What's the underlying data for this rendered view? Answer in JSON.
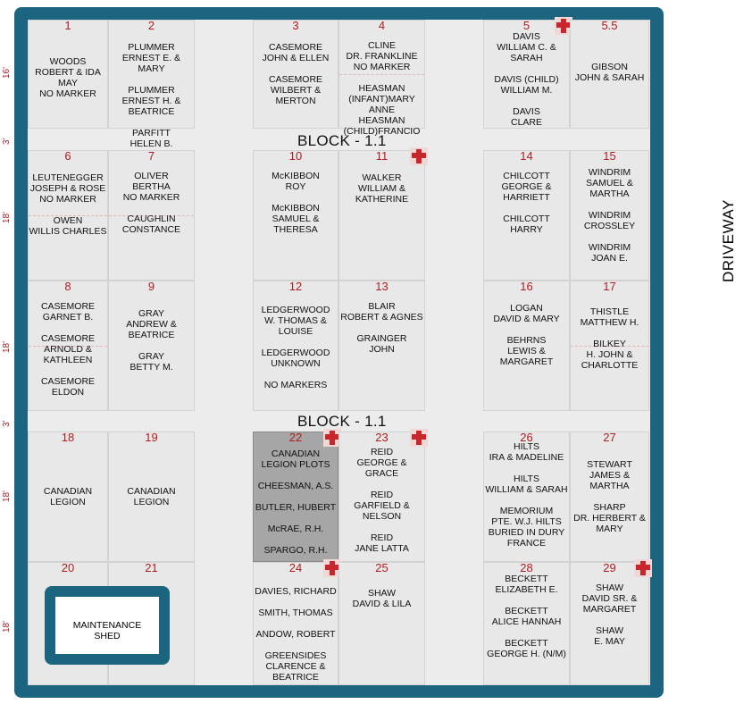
{
  "map": {
    "block_title": "BLOCK - 1.1",
    "driveway": "DRIVEWAY",
    "row_labels": {
      "r16": "16'",
      "r3": "3'",
      "r18": "18'"
    },
    "shed": "MAINTENANCE\nSHED"
  },
  "plots": [
    {
      "num": "1",
      "names": "WOODS\nROBERT & IDA MAY\nNO MARKER"
    },
    {
      "num": "2",
      "names": "PLUMMER\nERNEST E. & MARY\n\nPLUMMER\nERNEST H. &\nBEATRICE\n\nPARFITT\nHELEN B."
    },
    {
      "num": "3",
      "names": "CASEMORE\nJOHN & ELLEN\n\nCASEMORE\nWILBERT &\nMERTON"
    },
    {
      "num": "4",
      "names": "CLINE\nDR. FRANKLINE\nNO MARKER\n\nHEASMAN\n(INFANT)MARY ANNE\nHEASMAN\n(CHILD)FRANCIO"
    },
    {
      "num": "5",
      "names": "DAVIS\nWILLIAM C. &\nSARAH\n\nDAVIS (CHILD)\nWILLIAM M.\n\nDAVIS\nCLARE"
    },
    {
      "num": "5.5",
      "names": "GIBSON\nJOHN & SARAH"
    },
    {
      "num": "6",
      "names": "LEUTENEGGER\nJOSEPH & ROSE\nNO MARKER\n\nOWEN\nWILLIS CHARLES"
    },
    {
      "num": "7",
      "names": "OLIVER\nBERTHA\nNO MARKER\n\nCAUGHLIN\nCONSTANCE"
    },
    {
      "num": "10",
      "names": "McKIBBON\nROY\n\nMcKIBBON\nSAMUEL &\nTHERESA"
    },
    {
      "num": "11",
      "names": "WALKER\nWILLIAM &\nKATHERINE"
    },
    {
      "num": "14",
      "names": "CHILCOTT\nGEORGE &\nHARRIETT\n\nCHILCOTT\nHARRY"
    },
    {
      "num": "15",
      "names": "WINDRIM\nSAMUEL & MARTHA\n\nWINDRIM\nCROSSLEY\n\nWINDRIM\nJOAN E."
    },
    {
      "num": "8",
      "names": "CASEMORE\nGARNET B.\n\nCASEMORE\nARNOLD &\nKATHLEEN\n\nCASEMORE\nELDON"
    },
    {
      "num": "9",
      "names": "GRAY\nANDREW &\nBEATRICE\n\nGRAY\nBETTY M."
    },
    {
      "num": "12",
      "names": "LEDGERWOOD\nW. THOMAS &\nLOUISE\n\nLEDGERWOOD\nUNKNOWN\n\nNO MARKERS"
    },
    {
      "num": "13",
      "names": "BLAIR\nROBERT & AGNES\n\nGRAINGER\nJOHN"
    },
    {
      "num": "16",
      "names": "LOGAN\nDAVID & MARY\n\nBEHRNS\nLEWIS &\nMARGARET"
    },
    {
      "num": "17",
      "names": "THISTLE\nMATTHEW H.\n\nBILKEY\nH. JOHN &\nCHARLOTTE"
    },
    {
      "num": "18",
      "names": "CANADIAN\nLEGION"
    },
    {
      "num": "19",
      "names": "CANADIAN\nLEGION"
    },
    {
      "num": "22",
      "names": "CANADIAN\nLEGION PLOTS\n\nCHEESMAN, A.S.\n\nBUTLER, HUBERT\n\nMcRAE, R.H.\n\nSPARGO, R.H."
    },
    {
      "num": "23",
      "names": "REID\nGEORGE & GRACE\n\nREID\nGARFIELD &\nNELSON\n\nREID\nJANE LATTA"
    },
    {
      "num": "26",
      "names": "HILTS\nIRA & MADELINE\n\nHILTS\nWILLIAM & SARAH\n\nMEMORIUM\nPTE. W.J. HILTS\nBURIED IN DURY\nFRANCE"
    },
    {
      "num": "27",
      "names": "STEWART\nJAMES & MARTHA\n\nSHARP\nDR. HERBERT &\nMARY"
    },
    {
      "num": "20",
      "names": ""
    },
    {
      "num": "21",
      "names": ""
    },
    {
      "num": "24",
      "names": "DAVIES, RICHARD\n\nSMITH, THOMAS\n\nANDOW, ROBERT\n\nGREENSIDES\nCLARENCE &\nBEATRICE"
    },
    {
      "num": "25",
      "names": "SHAW\nDAVID & LILA"
    },
    {
      "num": "28",
      "names": "BECKETT\nELIZABETH E.\n\nBECKETT\nALICE HANNAH\n\nBECKETT\nGEORGE H. (N/M)"
    },
    {
      "num": "29",
      "names": "SHAW\nDAVID SR. &\nMARGARET\n\nSHAW\nE. MAY"
    }
  ]
}
